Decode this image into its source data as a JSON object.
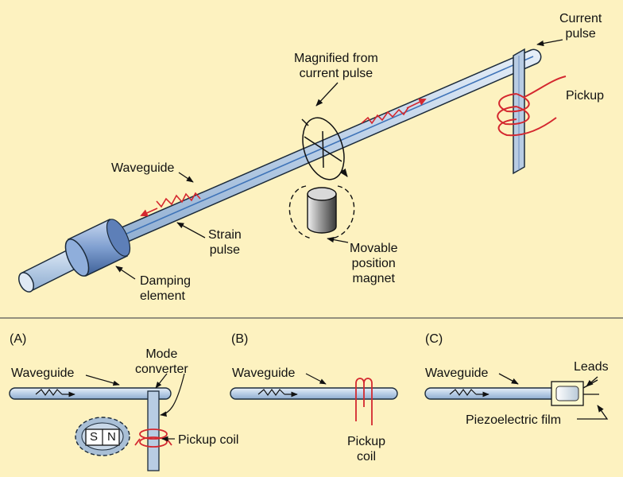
{
  "main": {
    "current_pulse": [
      "Current",
      "pulse"
    ],
    "magnified": [
      "Magnified from",
      "current pulse"
    ],
    "pickup": "Pickup",
    "waveguide": "Waveguide",
    "strain_pulse": [
      "Strain",
      "pulse"
    ],
    "magnet": [
      "Movable",
      "position",
      "magnet"
    ],
    "damping": [
      "Damping",
      "element"
    ]
  },
  "panel_a": {
    "tag": "(A)",
    "mode_converter": [
      "Mode",
      "converter"
    ],
    "waveguide": "Waveguide",
    "pickup_coil": "Pickup coil",
    "magnet_s": "S",
    "magnet_n": "N"
  },
  "panel_b": {
    "tag": "(B)",
    "waveguide": "Waveguide",
    "pickup_coil": [
      "Pickup",
      "coil"
    ]
  },
  "panel_c": {
    "tag": "(C)",
    "waveguide": "Waveguide",
    "leads": "Leads",
    "film": "Piezoelectric film"
  },
  "colors": {
    "background": "#fdf2c0",
    "tube": "#c3d5ea",
    "pulse": "#d4282f",
    "damper": "#7f9fd0"
  }
}
